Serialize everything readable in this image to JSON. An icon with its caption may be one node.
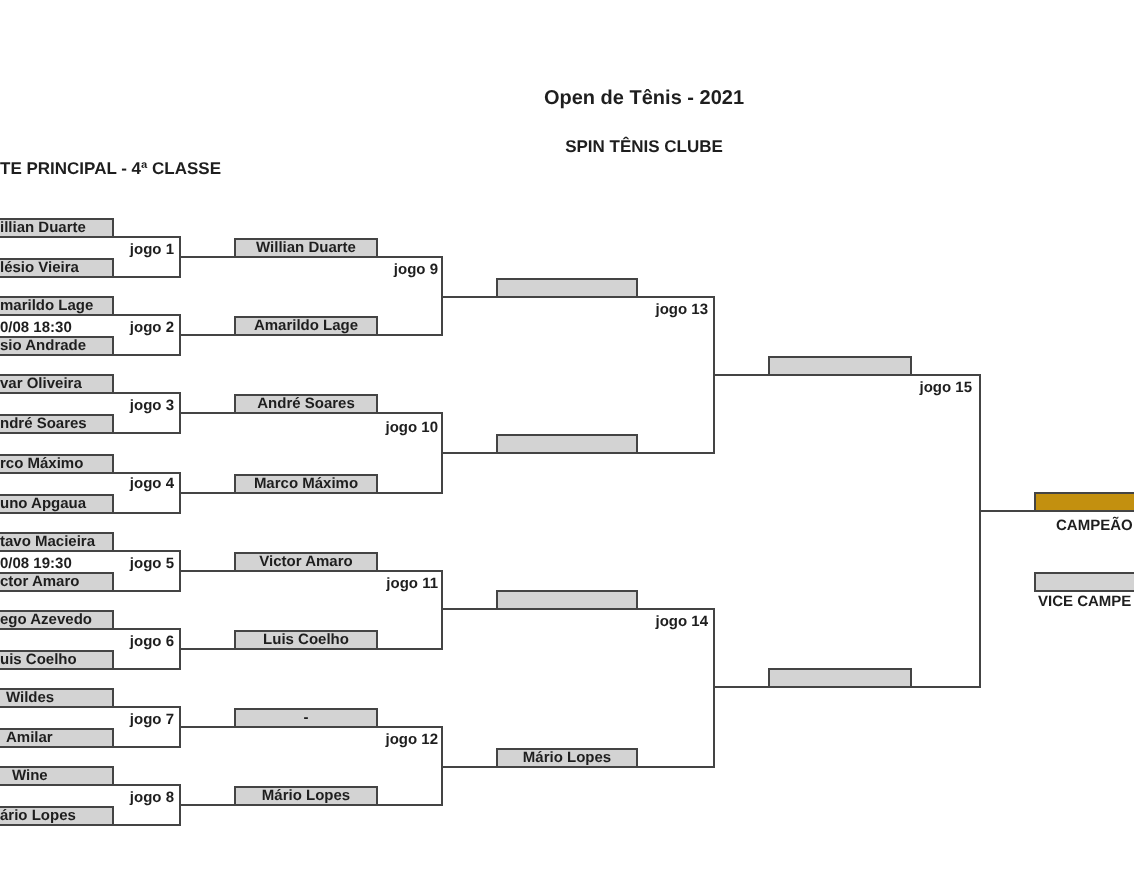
{
  "diagram": {
    "title": "Open de Tênis - 2021",
    "nodes": [
      {
        "text": [
          "illian Duarte"
        ]
      },
      {
        "text": [
          "lésio Vieira"
        ]
      },
      {
        "text": [
          "marildo Lage"
        ]
      },
      {
        "text": [
          "sio Andrade"
        ]
      },
      {
        "text": [
          "var Oliveira"
        ]
      },
      {
        "text": [
          "ndré Soares"
        ]
      },
      {
        "text": [
          "rco Máximo"
        ]
      },
      {
        "text": [
          "uno Apgaua"
        ]
      },
      {
        "text": [
          "tavo Macieira"
        ]
      },
      {
        "text": [
          "ctor Amaro"
        ]
      },
      {
        "text": [
          "ego Azevedo"
        ]
      },
      {
        "text": [
          "uis Coelho"
        ]
      },
      {
        "text": [
          "Wildes"
        ]
      },
      {
        "text": [
          "Amilar"
        ]
      },
      {
        "text": [
          "Wine"
        ]
      },
      {
        "text": [
          "ário Lopes"
        ]
      },
      {
        "text": [
          "Willian Duarte"
        ]
      },
      {
        "text": [
          "Amarildo Lage"
        ]
      },
      {
        "text": [
          "André Soares"
        ]
      },
      {
        "text": [
          "Marco Máximo"
        ]
      },
      {
        "text": [
          "Victor Amaro"
        ]
      },
      {
        "text": [
          "Luis Coelho"
        ]
      },
      {
        "text": [
          "-"
        ]
      },
      {
        "text": [
          "Mário Lopes"
        ]
      },
      {
        "text": [],
        "shape": "bar"
      },
      {
        "text": [],
        "shape": "bar"
      },
      {
        "text": [],
        "shape": "bar"
      },
      {
        "text": [
          "Mário Lopes"
        ]
      },
      {
        "text": [],
        "shape": "bar"
      },
      {
        "text": [],
        "shape": "bar"
      },
      {
        "text": [],
        "shape": "bar",
        "beside": [
          "CAMPEÃO"
        ]
      },
      {
        "text": [],
        "shape": "bar",
        "beside": [
          "VICE CAMPE"
        ]
      }
    ],
    "edges": [
      {
        "from": 0,
        "to": 16,
        "arrow": "none"
      },
      {
        "from": 1,
        "to": 16,
        "arrow": "none"
      },
      {
        "from": 2,
        "to": 17,
        "arrow": "none"
      },
      {
        "from": 3,
        "to": 17,
        "arrow": "none"
      },
      {
        "from": 4,
        "to": 18,
        "arrow": "none"
      },
      {
        "from": 5,
        "to": 18,
        "arrow": "none"
      },
      {
        "from": 6,
        "to": 19,
        "arrow": "none"
      },
      {
        "from": 7,
        "to": 19,
        "arrow": "none"
      },
      {
        "from": 8,
        "to": 20,
        "arrow": "none"
      },
      {
        "from": 9,
        "to": 20,
        "arrow": "none"
      },
      {
        "from": 10,
        "to": 21,
        "arrow": "none"
      },
      {
        "from": 11,
        "to": 21,
        "arrow": "none"
      },
      {
        "from": 12,
        "to": 22,
        "arrow": "none"
      },
      {
        "from": 13,
        "to": 22,
        "arrow": "none"
      },
      {
        "from": 14,
        "to": 23,
        "arrow": "none"
      },
      {
        "from": 15,
        "to": 23,
        "arrow": "none"
      },
      {
        "from": 16,
        "to": 24,
        "arrow": "none"
      },
      {
        "from": 17,
        "to": 24,
        "arrow": "none"
      },
      {
        "from": 18,
        "to": 25,
        "arrow": "none"
      },
      {
        "from": 19,
        "to": 25,
        "arrow": "none"
      },
      {
        "from": 20,
        "to": 26,
        "arrow": "none"
      },
      {
        "from": 21,
        "to": 26,
        "arrow": "none"
      },
      {
        "from": 22,
        "to": 27,
        "arrow": "none"
      },
      {
        "from": 23,
        "to": 27,
        "arrow": "none"
      },
      {
        "from": 24,
        "to": 28,
        "arrow": "none"
      },
      {
        "from": 25,
        "to": 28,
        "arrow": "none"
      },
      {
        "from": 26,
        "to": 29,
        "arrow": "none"
      },
      {
        "from": 27,
        "to": 29,
        "arrow": "none"
      },
      {
        "from": 28,
        "to": 30,
        "arrow": "none"
      },
      {
        "from": 29,
        "to": 30,
        "arrow": "none"
      }
    ],
    "labels": [
      "SPIN TÊNIS CLUBE",
      "TE PRINCIPAL - 4ª CLASSE",
      "jogo 1",
      "jogo 9",
      "jogo 13",
      "0/08 18:30",
      "jogo 2",
      "jogo 15",
      "jogo 3",
      "jogo 10",
      "jogo 4",
      "0/08 19:30",
      "jogo 5",
      "jogo 11",
      "jogo 14",
      "jogo 6",
      "jogo 7",
      "jogo 12",
      "jogo 8"
    ]
  }
}
